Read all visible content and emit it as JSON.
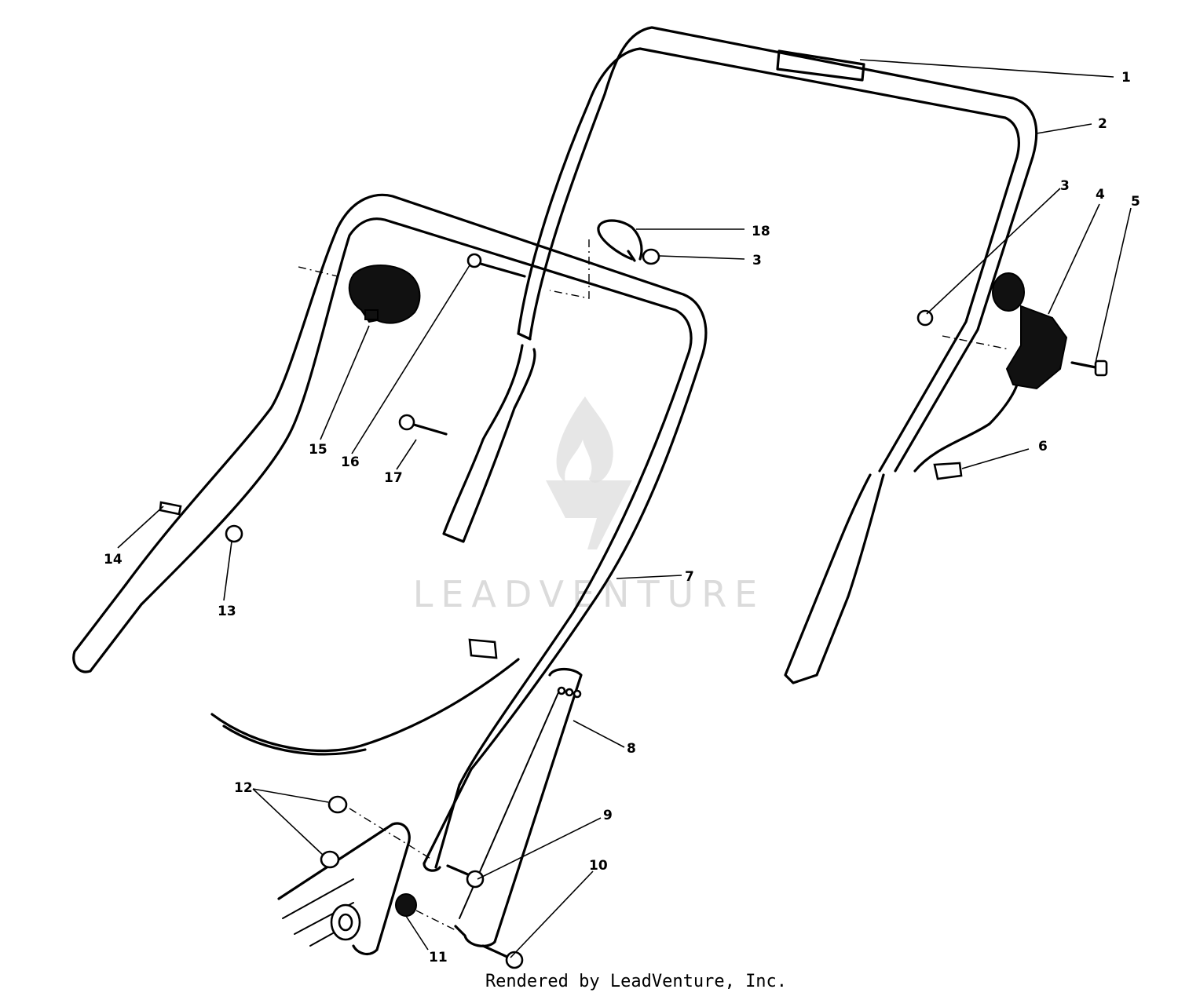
{
  "diagram": {
    "watermark": "LEADVENTURE",
    "footer": "Rendered by LeadVenture, Inc.",
    "callouts": [
      {
        "id": "c1",
        "label": "1"
      },
      {
        "id": "c2",
        "label": "2"
      },
      {
        "id": "c3a",
        "label": "3"
      },
      {
        "id": "c3b",
        "label": "3"
      },
      {
        "id": "c4",
        "label": "4"
      },
      {
        "id": "c5",
        "label": "5"
      },
      {
        "id": "c6",
        "label": "6"
      },
      {
        "id": "c7",
        "label": "7"
      },
      {
        "id": "c8",
        "label": "8"
      },
      {
        "id": "c9",
        "label": "9"
      },
      {
        "id": "c10",
        "label": "10"
      },
      {
        "id": "c11",
        "label": "11"
      },
      {
        "id": "c12",
        "label": "12"
      },
      {
        "id": "c13",
        "label": "13"
      },
      {
        "id": "c14",
        "label": "14"
      },
      {
        "id": "c15",
        "label": "15"
      },
      {
        "id": "c16",
        "label": "16"
      },
      {
        "id": "c17",
        "label": "17"
      },
      {
        "id": "c18",
        "label": "18"
      }
    ]
  }
}
